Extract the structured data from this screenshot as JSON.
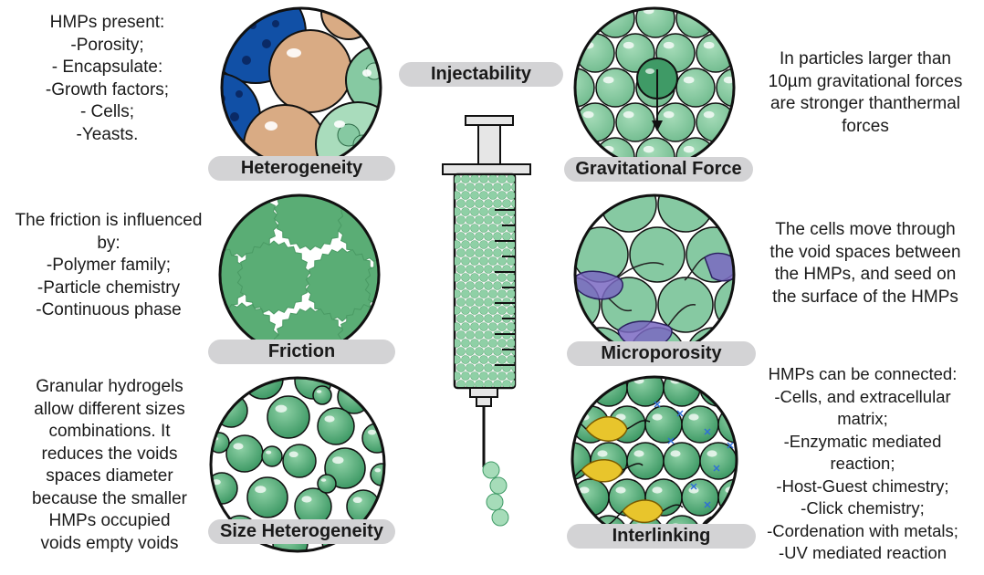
{
  "center": {
    "title": "Injectability"
  },
  "panels": [
    {
      "id": "heterogeneity",
      "label": "Heterogeneity",
      "desc": [
        "HMPs present:",
        "-Porosity;",
        "- Encapsulate:",
        "-Growth factors;",
        "- Cells;",
        "-Yeasts."
      ]
    },
    {
      "id": "gravitational",
      "label": "Gravitational Force",
      "desc": [
        "In particles larger than",
        "10µm gravitational forces",
        "are stronger thanthermal",
        "forces"
      ]
    },
    {
      "id": "friction",
      "label": "Friction",
      "desc": [
        "The friction is influenced",
        "by:",
        "-Polymer family;",
        "-Particle chemistry",
        "-Continuous phase"
      ]
    },
    {
      "id": "microporosity",
      "label": "Microporosity",
      "desc": [
        "The cells move through",
        "the void spaces between",
        "the HMPs, and seed on",
        "the surface of the HMPs"
      ]
    },
    {
      "id": "size",
      "label": "Size Heterogeneity",
      "desc": [
        "Granular hydrogels",
        "allow different sizes",
        "combinations. It",
        "reduces the voids",
        "spaces diameter",
        "because the smaller",
        "HMPs occupied",
        "voids empty voids"
      ]
    },
    {
      "id": "interlinking",
      "label": "Interlinking",
      "desc": [
        "HMPs can be connected:",
        "-Cells, and extracellular",
        "matrix;",
        "-Enzymatic mediated",
        "reaction;",
        "-Host-Guest chimestry;",
        "-Click chemistry;",
        "-Cordenation with metals;",
        "-UV mediated reaction"
      ]
    }
  ],
  "colors": {
    "hmp": "#86c9a2",
    "hmp_dark": "#3f9a66",
    "pill": "#d3d3d5",
    "pore_blue": "#1150a6",
    "tan": "#d9ab84",
    "cell_purple": "#7a68c2",
    "cell_yellow": "#e8c52c"
  }
}
